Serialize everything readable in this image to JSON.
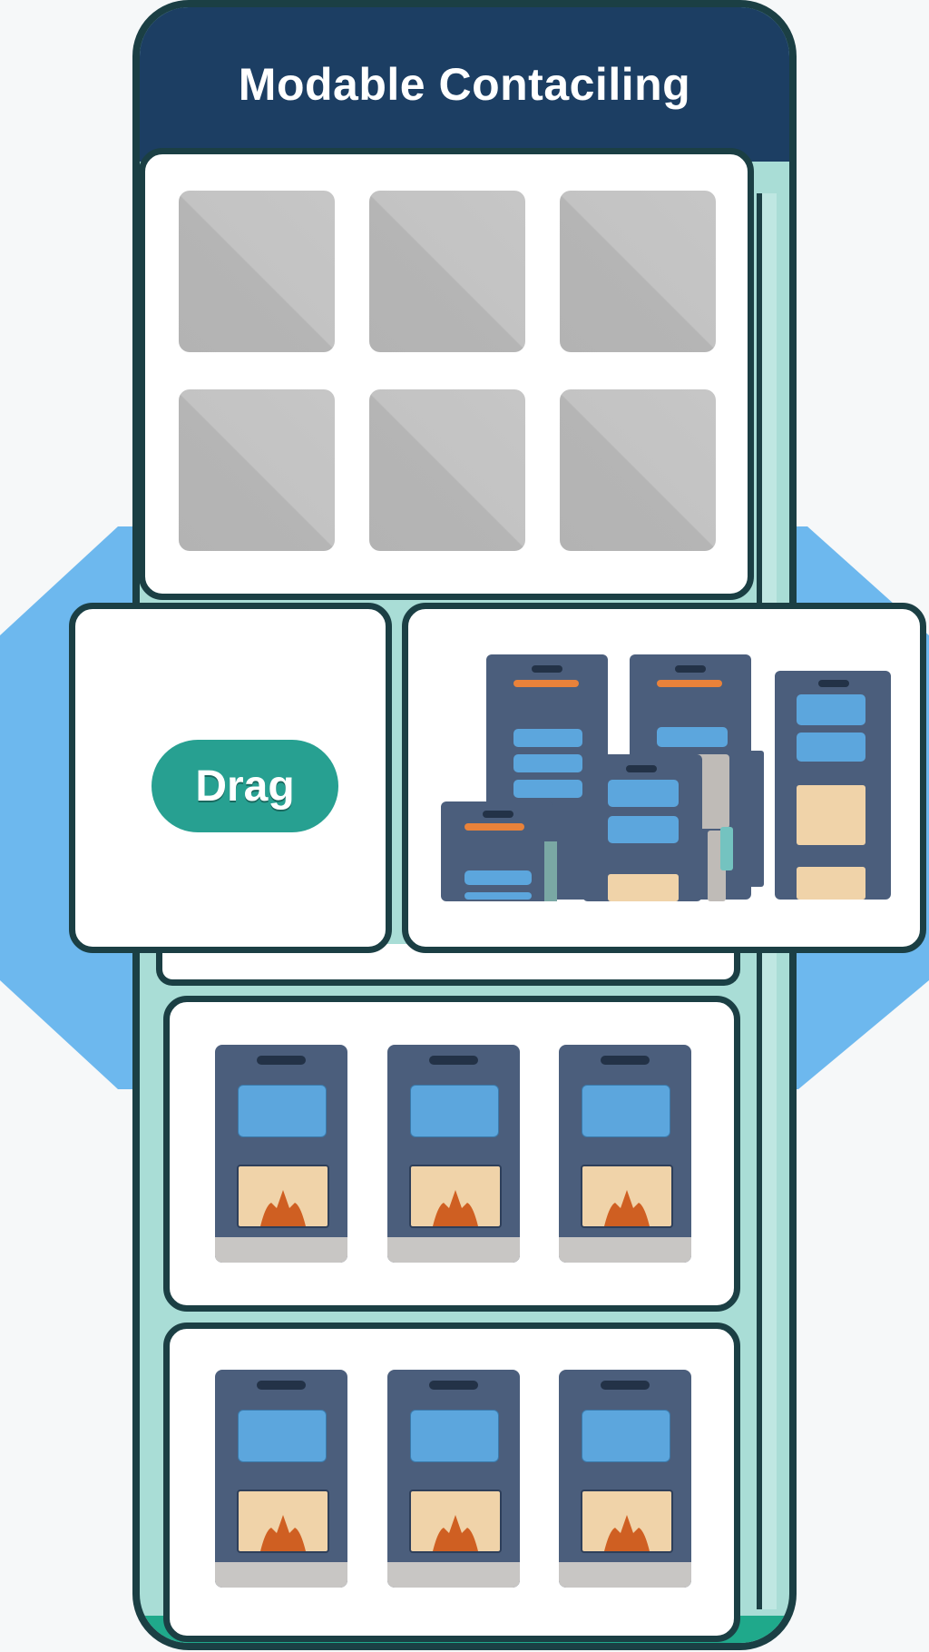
{
  "app": {
    "title": "Modable Contaciling"
  },
  "drag": {
    "label": "Drag"
  },
  "colors": {
    "header": "#1c3e63",
    "frame": "#1b3f44",
    "accent_teal": "#27a091",
    "card": "#4b5e7c",
    "card_highlight": "#5ca6dd",
    "card_image": "#f0d3a9",
    "orange": "#e9823a",
    "background_blue": "#6db8ee"
  },
  "placeholder_grid": {
    "tile_count": 6
  },
  "card_sections": [
    {
      "cards": [
        "card",
        "card",
        "card"
      ],
      "icon": "flame-icon"
    },
    {
      "cards": [
        "card",
        "card",
        "card"
      ],
      "icon": "flame-icon"
    }
  ]
}
